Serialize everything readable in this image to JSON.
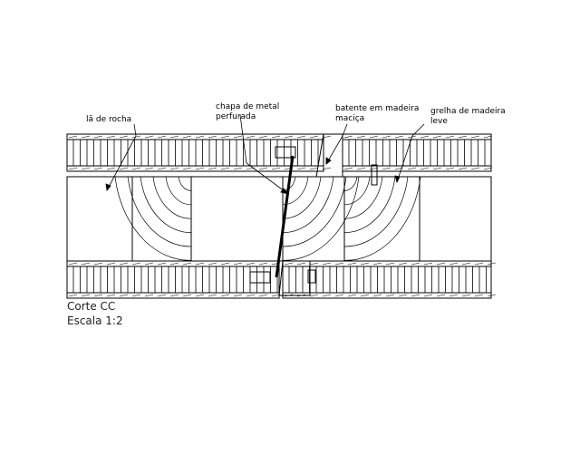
{
  "labels": {
    "rock_wool": "lã de rocha",
    "metal_sheet_1": "chapa de metal",
    "metal_sheet_2": "perfurada",
    "frame_1": "batente em madeira",
    "frame_2": "maciça",
    "grid_1": "grelha de madeira",
    "grid_2": "leve"
  },
  "caption": {
    "title": "Corte CC",
    "scale": "Escala 1:2"
  },
  "colors": {
    "line": "#000000",
    "background": "#ffffff"
  }
}
